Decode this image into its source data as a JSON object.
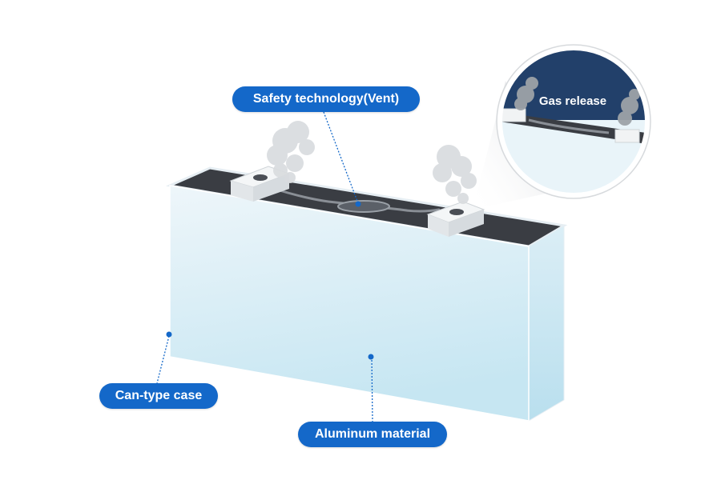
{
  "labels": {
    "safety_technology": "Safety technology(Vent)",
    "can_type_case": "Can-type case",
    "aluminum_material": "Aluminum material",
    "gas_release": "Gas release"
  },
  "colors": {
    "label_blue": "#1468c9",
    "callout_dot": "#1468c9",
    "case_face_light": "#e8f4fa",
    "case_face_dark": "#bfe3f0",
    "lid_dark": "#3a3d43",
    "zoom_sky": "#22406a"
  }
}
